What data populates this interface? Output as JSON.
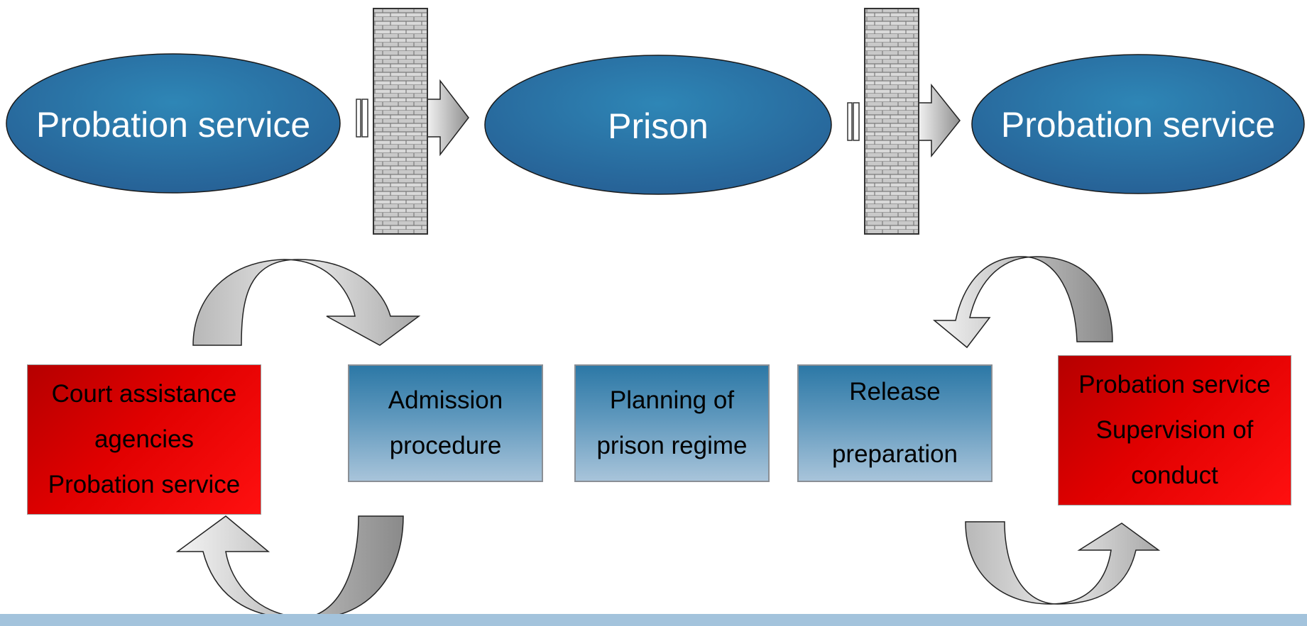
{
  "stages": [
    {
      "id": "probation-start",
      "label": "Probation service"
    },
    {
      "id": "prison",
      "label": "Prison"
    },
    {
      "id": "probation-end",
      "label": "Probation service"
    }
  ],
  "boxes": {
    "court_assistance": [
      "Court assistance",
      "agencies",
      "Probation service"
    ],
    "admission": [
      "Admission",
      "procedure"
    ],
    "planning": [
      "Planning of",
      "prison regime"
    ],
    "release": [
      "Release",
      "preparation"
    ],
    "supervision": [
      "Probation service",
      "Supervision of",
      "conduct"
    ]
  },
  "colors": {
    "ellipse_fill": "#2a6f9f",
    "red_box": "#e00000",
    "blue_box_top": "#2c78a6",
    "footer": "#a3c3dc"
  }
}
